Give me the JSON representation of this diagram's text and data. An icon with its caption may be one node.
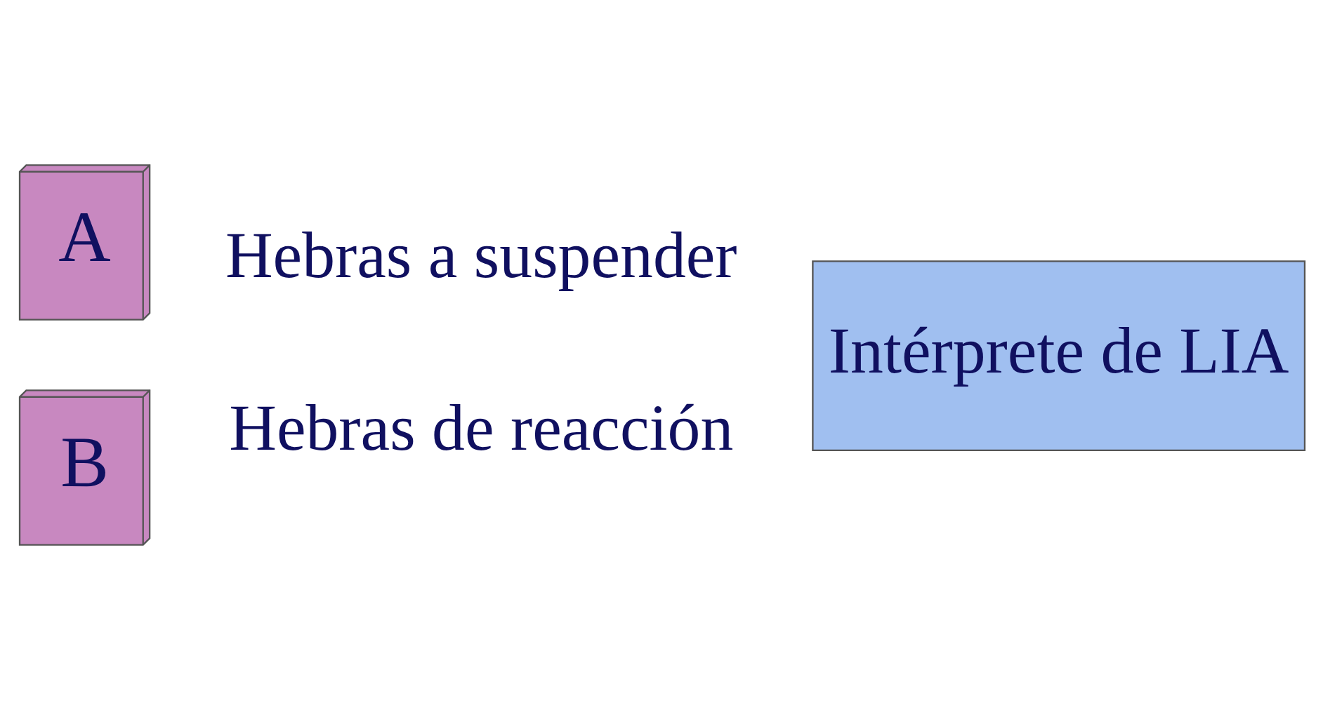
{
  "diagram": {
    "nodes": [
      {
        "text": [
          "A"
        ],
        "beside": [
          "Hebras a suspender"
        ]
      },
      {
        "text": [
          "B"
        ],
        "beside": [
          "Hebras de reacción"
        ]
      },
      {
        "text": [
          "Intérprete de LIA"
        ]
      }
    ]
  }
}
